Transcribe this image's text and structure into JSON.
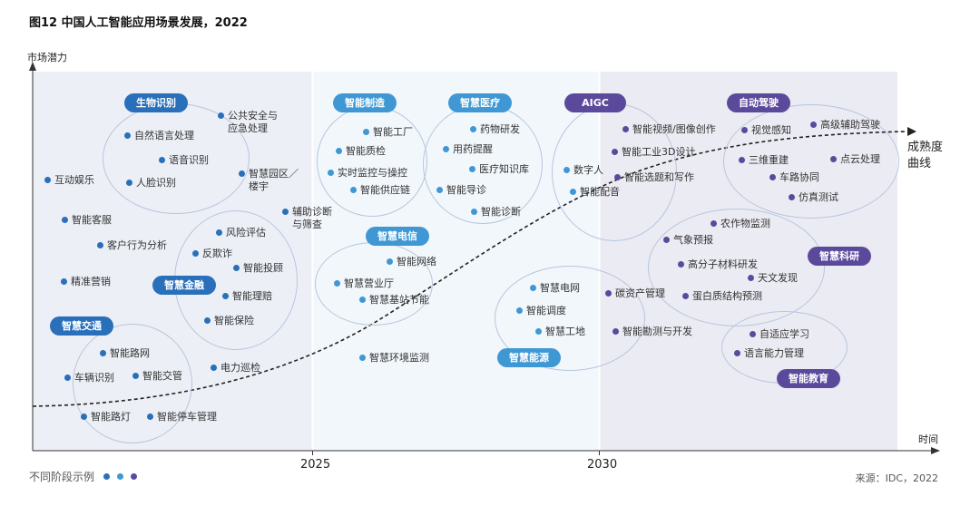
{
  "title": "图12 中国人工智能应用场景发展，2022",
  "y_axis_label": "市场潜力",
  "x_axis_label": "时间",
  "ticks": [
    "2025",
    "2030"
  ],
  "maturity_label": [
    "成熟度",
    "曲线"
  ],
  "legend_label": "不同阶段示例",
  "source": "来源：IDC，2022",
  "colors": {
    "stage1": "#2a6fba",
    "stage2": "#3f98d4",
    "stage3": "#5b4a9c"
  },
  "groups": {
    "biometrics": "生物识别",
    "finance": "智慧金融",
    "transport": "智慧交通",
    "manufacturing": "智能制造",
    "healthcare": "智慧医疗",
    "telecom": "智慧电信",
    "energy": "智慧能源",
    "aigc": "AIGC",
    "autodrive": "自动驾驶",
    "research": "智慧科研",
    "education": "智能教育"
  },
  "items": {
    "a1": "互动娱乐",
    "a2": "智能客服",
    "a3": "客户行为分析",
    "a4": "精准营销",
    "a5": "自然语言处理",
    "a6": "语音识别",
    "a7": "人脸识别",
    "a8": [
      "公共安全与",
      "应急处理"
    ],
    "a9": [
      "智慧园区／",
      "楼宇"
    ],
    "a10": [
      "辅助诊断",
      "与筛查"
    ],
    "a11": "风险评估",
    "a12": "反欺诈",
    "a13": "智能投顾",
    "a14": "智能理赔",
    "a15": "智能保险",
    "a16": "智能路网",
    "a17": "车辆识别",
    "a18": "智能交管",
    "a19": "智能路灯",
    "a20": "智能停车管理",
    "a21": "电力巡检",
    "b1": "智能工厂",
    "b2": "智能质检",
    "b3": "实时监控与操控",
    "b4": "智能供应链",
    "b5": "药物研发",
    "b6": "用药提醒",
    "b7": "医疗知识库",
    "b8": "智能导诊",
    "b9": "智能诊断",
    "b10": "智能网络",
    "b11": "智慧营业厅",
    "b12": "智慧基站节能",
    "b13": "智慧环境监测",
    "b14": "智慧电网",
    "b15": "智能调度",
    "b16": "智慧工地",
    "b17": "数字人",
    "b18": "智能配音",
    "c1": "智能视频/图像创作",
    "c2": "智能工业3D设计",
    "c3": "智能选题和写作",
    "c4": "碳资产管理",
    "c5": "智能勘测与开发",
    "c6": "视觉感知",
    "c7": "高级辅助驾驶",
    "c8": "三维重建",
    "c9": "点云处理",
    "c10": "车路协同",
    "c11": "仿真测试",
    "c12": "农作物监测",
    "c13": "气象预报",
    "c14": "高分子材料研发",
    "c15": "天文发现",
    "c16": "蛋白质结构预测",
    "c17": "自适应学习",
    "c18": "语言能力管理"
  }
}
